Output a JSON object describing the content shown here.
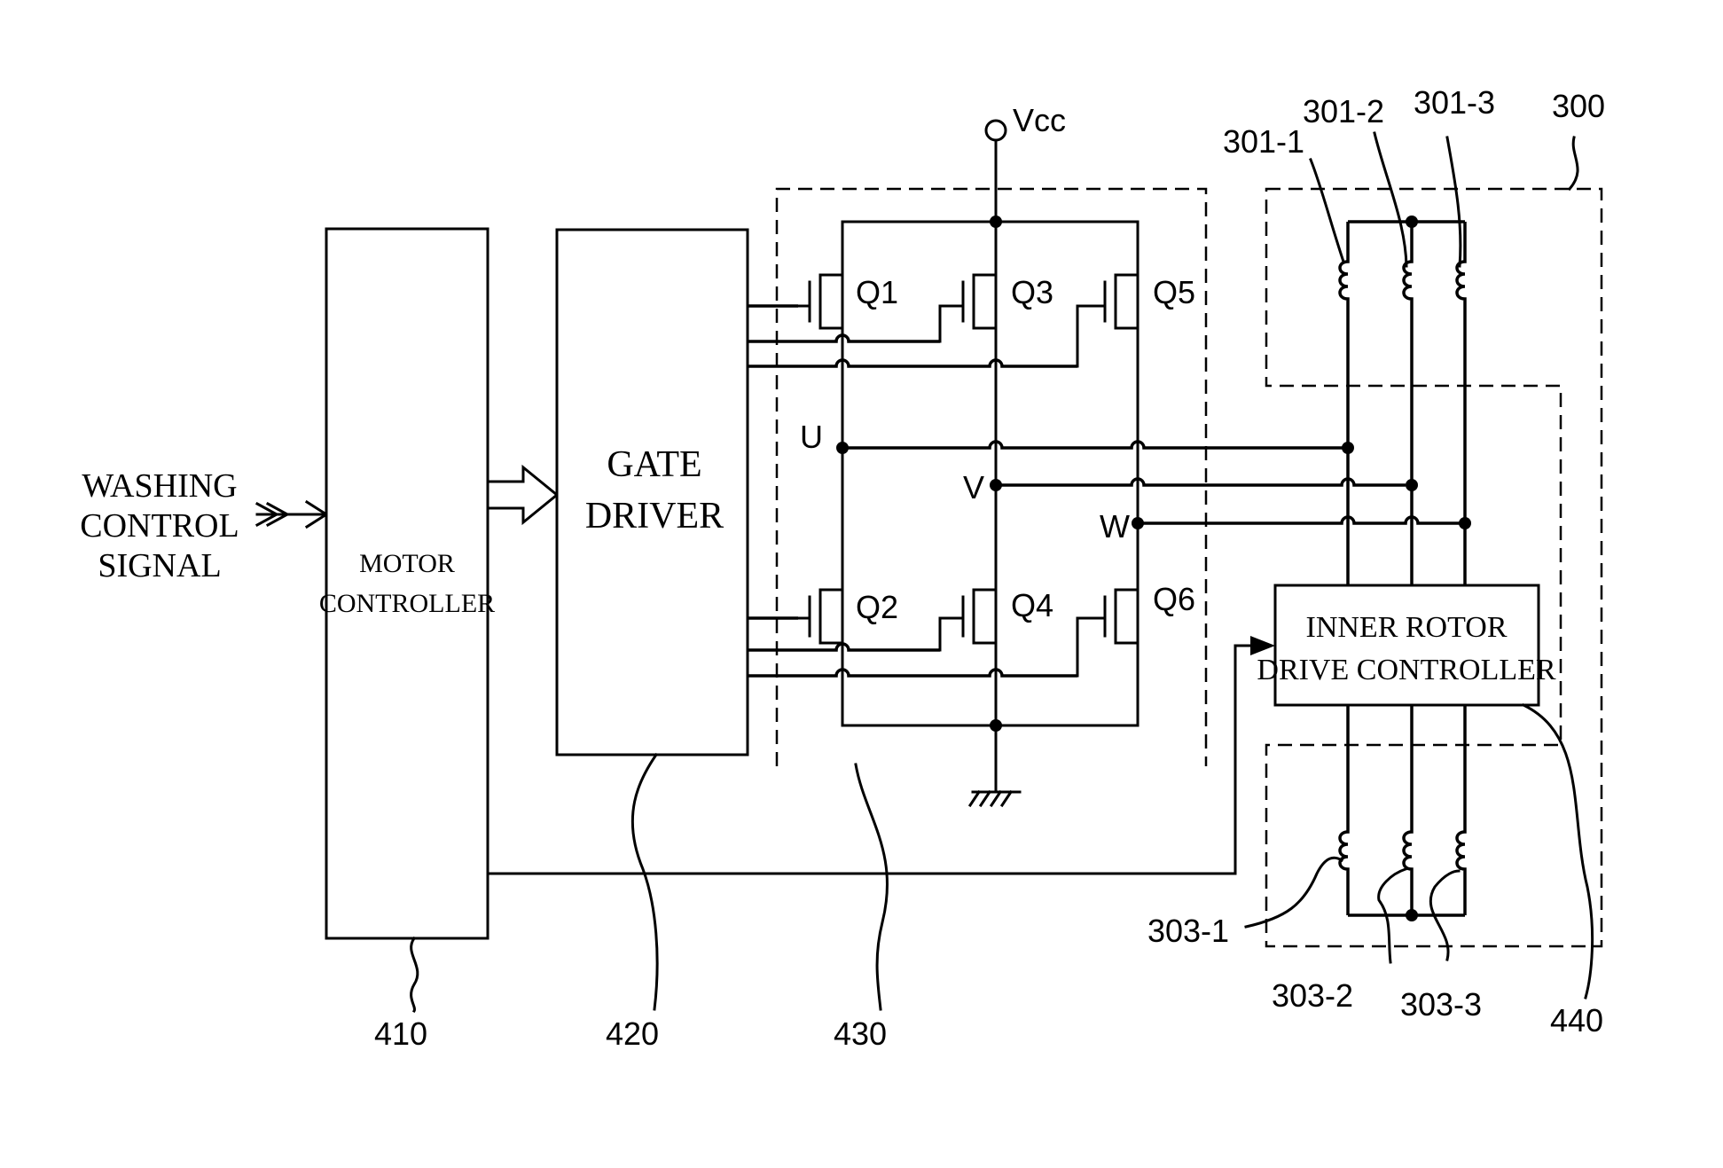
{
  "labels": {
    "input_signal": [
      "WASHING",
      "CONTROL",
      "SIGNAL"
    ],
    "motor_controller": [
      "MOTOR",
      "CONTROLLER"
    ],
    "gate_driver": [
      "GATE",
      "DRIVER"
    ],
    "inner_rotor": [
      "INNER ROTOR",
      "DRIVE CONTROLLER"
    ],
    "vcc": "Vcc",
    "nodes": {
      "u": "U",
      "v": "V",
      "w": "W"
    },
    "transistors": {
      "q1": "Q1",
      "q2": "Q2",
      "q3": "Q3",
      "q4": "Q4",
      "q5": "Q5",
      "q6": "Q6"
    },
    "refs": {
      "r410": "410",
      "r420": "420",
      "r430": "430",
      "r440": "440",
      "r300": "300",
      "r301_1": "301-1",
      "r301_2": "301-2",
      "r301_3": "301-3",
      "r303_1": "303-1",
      "r303_2": "303-2",
      "r303_3": "303-3"
    }
  }
}
